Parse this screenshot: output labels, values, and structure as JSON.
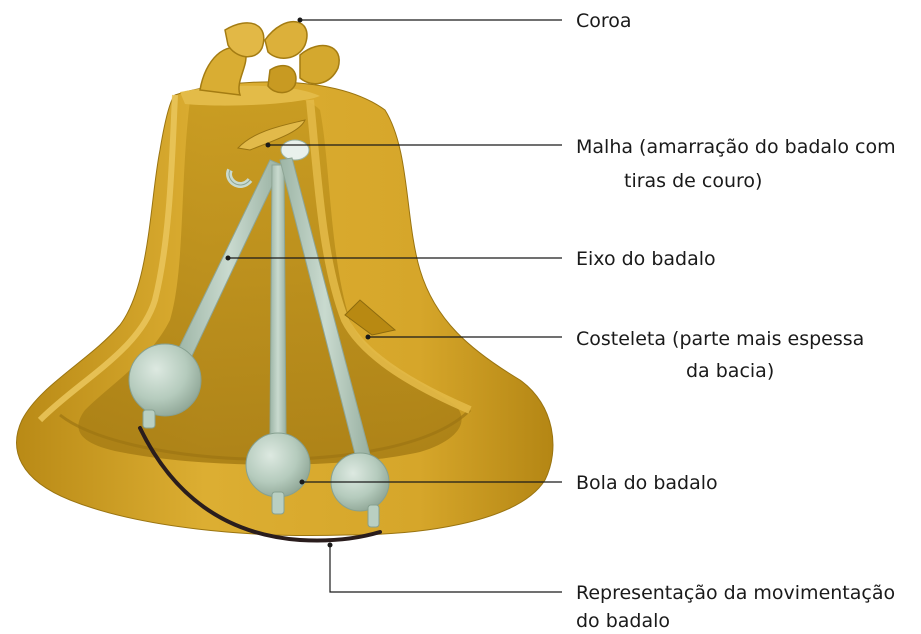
{
  "labels": {
    "coroa": "Coroa",
    "malha_line1": "Malha (amarração do badalo com",
    "malha_line2": "tiras de couro)",
    "eixo": "Eixo do badalo",
    "costeleta_line1": "Costeleta (parte mais espessa",
    "costeleta_line2": "da bacia)",
    "bola": "Bola do badalo",
    "movimento_line1": "Representação da movimentação",
    "movimento_line2": "do badalo"
  },
  "colors": {
    "bell_body": "#d6a62a",
    "bell_dark": "#a87f14",
    "bell_light": "#e8c04a",
    "bell_inner": "#c8961e",
    "clapper": "#b9cfc2",
    "clapper_dark": "#8fa99a",
    "path": "#2a1d1d",
    "leader": "#1a1a1a"
  }
}
